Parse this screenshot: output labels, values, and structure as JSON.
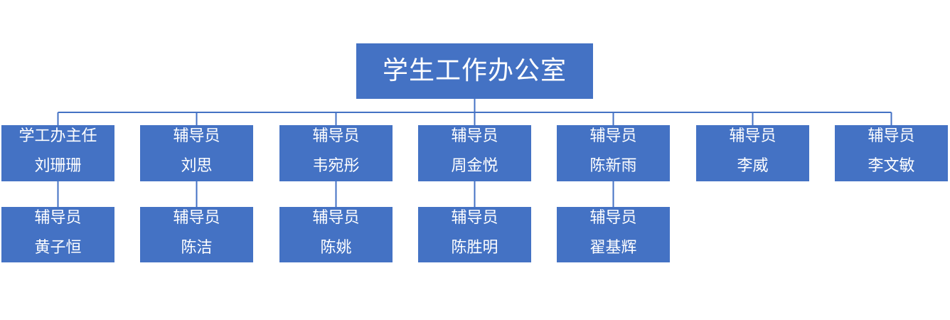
{
  "org": {
    "root": {
      "title": "学生工作办公室"
    },
    "colors": {
      "box_fill": "#4472C4",
      "box_text": "#FFFFFF",
      "connector": "#4472C4"
    },
    "level1": [
      {
        "role": "学工办主任",
        "name": "刘珊珊"
      },
      {
        "role": "辅导员",
        "name": "刘思"
      },
      {
        "role": "辅导员",
        "name": "韦宛彤"
      },
      {
        "role": "辅导员",
        "name": "周金悦"
      },
      {
        "role": "辅导员",
        "name": "陈新雨"
      },
      {
        "role": "辅导员",
        "name": "李威"
      },
      {
        "role": "辅导员",
        "name": "李文敏"
      }
    ],
    "level2": [
      {
        "role": "辅导员",
        "name": "黄子恒"
      },
      {
        "role": "辅导员",
        "name": "陈洁"
      },
      {
        "role": "辅导员",
        "name": "陈姚"
      },
      {
        "role": "辅导员",
        "name": "陈胜明"
      },
      {
        "role": "辅导员",
        "name": "翟基辉"
      }
    ]
  }
}
